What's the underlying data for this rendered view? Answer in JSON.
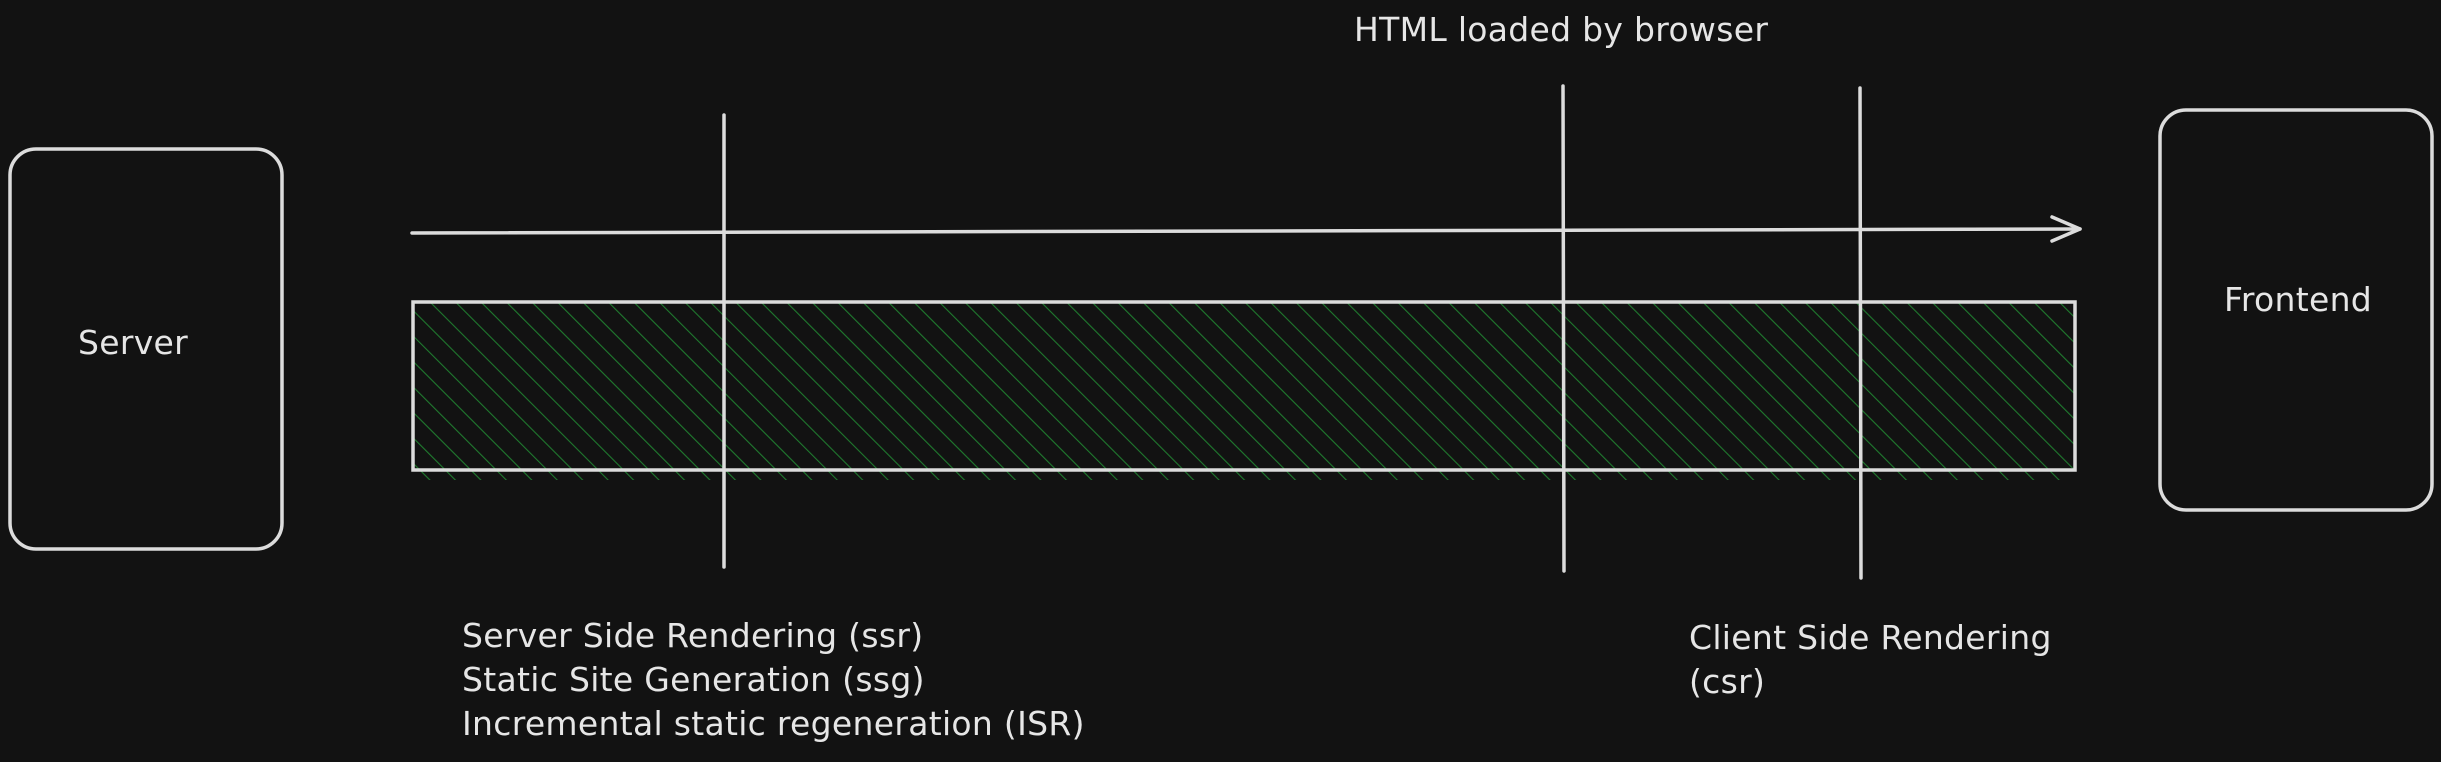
{
  "nodes": {
    "server": {
      "label": "Server"
    },
    "frontend": {
      "label": "Frontend"
    }
  },
  "annotations": {
    "top": "HTML loaded by browser",
    "left_group": [
      "Server Side Rendering (ssr)",
      "Static Site Generation (ssg)",
      "Incremental static regeneration (ISR)"
    ],
    "right_group": [
      "Client Side Rendering",
      "(csr)"
    ]
  },
  "colors": {
    "background": "#121212",
    "stroke": "#dcdcdc",
    "hatch": "#1f7a2e",
    "text": "#e6e6e6"
  }
}
